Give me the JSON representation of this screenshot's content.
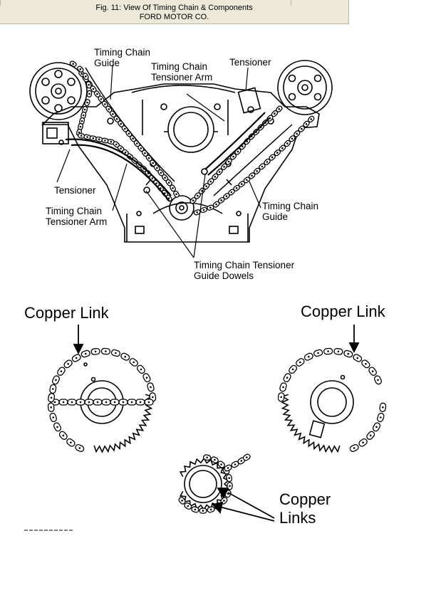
{
  "window": {
    "caption_line1": "Fig. 11: View Of Timing Chain & Components",
    "caption_line2": "FORD MOTOR CO."
  },
  "labels": {
    "timing_chain_guide_left_1": "Timing Chain",
    "timing_chain_guide_left_2": "Guide",
    "tensioner_arm_top_1": "Timing Chain",
    "tensioner_arm_top_2": "Tensioner Arm",
    "tensioner_right": "Tensioner",
    "tensioner_left": "Tensioner",
    "tensioner_arm_left_1": "Timing Chain",
    "tensioner_arm_left_2": "Tensioner Arm",
    "timing_chain_guide_right_1": "Timing Chain",
    "timing_chain_guide_right_2": "Guide",
    "guide_dowels_1": "Timing Chain Tensioner",
    "guide_dowels_2": "Guide Dowels",
    "copper_link_left": "Copper Link",
    "copper_link_right": "Copper Link",
    "copper_links_1": "Copper",
    "copper_links_2": "Links"
  }
}
